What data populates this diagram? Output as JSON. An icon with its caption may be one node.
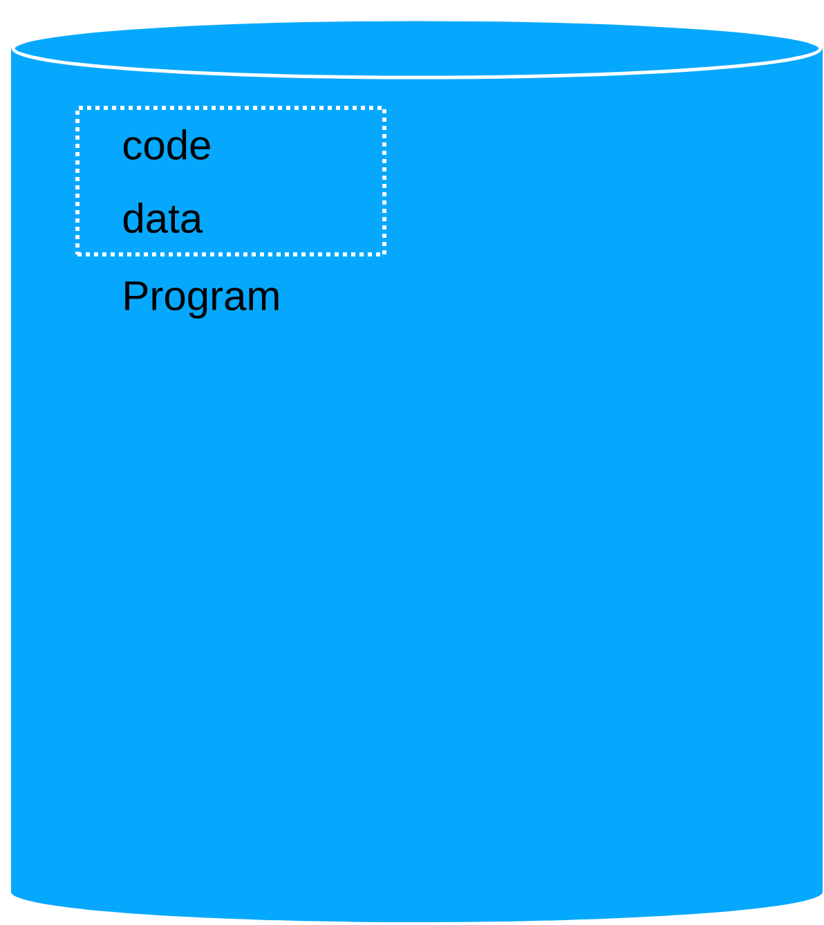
{
  "diagram": {
    "nodes": [
      {
        "text": [],
        "shape": "cylinder"
      },
      {
        "text": [
          "code",
          "data"
        ],
        "beside": [
          "Program"
        ],
        "in": 0
      }
    ],
    "edges": []
  }
}
